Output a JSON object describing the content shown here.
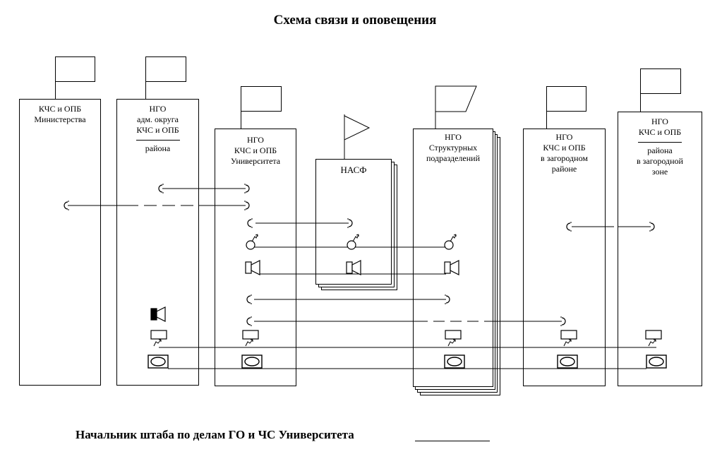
{
  "title": "Схема связи и оповещения",
  "footer": {
    "text": "Начальник штаба по делам ГО и ЧС Университета"
  },
  "columns": [
    {
      "lines": [
        "КЧС и ОПБ",
        "Министерства"
      ],
      "sub": []
    },
    {
      "lines": [
        "НГО",
        "адм. округа",
        "КЧС и ОПБ"
      ],
      "sub": [
        "района"
      ]
    },
    {
      "lines": [
        "НГО",
        "КЧС и ОПБ",
        "Университета"
      ],
      "sub": []
    },
    {
      "lines": [
        "НАСФ"
      ],
      "sub": []
    },
    {
      "lines": [
        "НГО",
        "Структурных",
        "подразделений"
      ],
      "sub": []
    },
    {
      "lines": [
        "НГО",
        "КЧС и ОПБ",
        "в загородном",
        "районе"
      ],
      "sub": []
    },
    {
      "lines": [
        "НГО",
        "КЧС и ОПБ"
      ],
      "sub": [
        "района",
        "в загородной",
        "зоне"
      ]
    }
  ],
  "icons": {
    "phone": "telephone-icon",
    "siren": "siren-icon",
    "loudspeaker": "loudspeaker-icon",
    "radio": "radio-station-icon",
    "tv": "tv-receiver-icon"
  },
  "colors": {
    "stroke": "#000000",
    "fill": "#ffffff",
    "ink": "#000000"
  }
}
